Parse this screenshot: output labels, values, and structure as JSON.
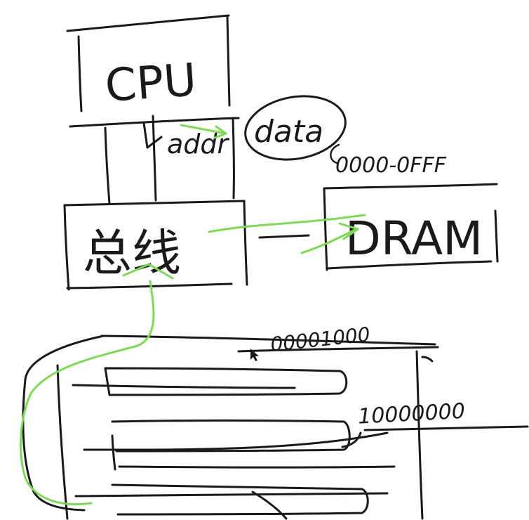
{
  "colors": {
    "ink": "#1a1a1a",
    "highlight": "#7ed957",
    "background": "#ffffff"
  },
  "labels": {
    "cpu": "CPU",
    "addr": "addr",
    "data": "data",
    "bus": "总线",
    "dram": "DRAM",
    "dram_range": "0000-0FFF",
    "mem_start": "00001000",
    "mem_mid": "10000000"
  },
  "icons": {
    "cursor": "pointer-cursor-icon"
  }
}
